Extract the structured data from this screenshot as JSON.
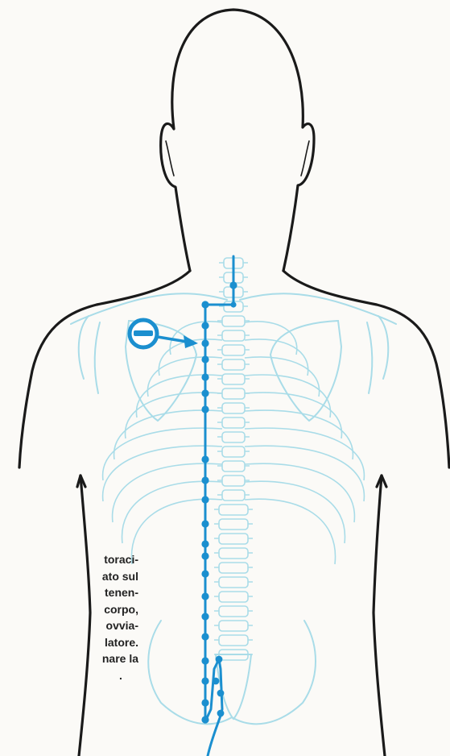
{
  "figure": {
    "colors": {
      "background": "#fbfaf7",
      "outline": "#1a1a1a",
      "skeleton": "#a9dce8",
      "electrode": "#1b8fcf"
    },
    "marker": {
      "icon": "minus-symbol-icon",
      "symbol": "−"
    },
    "caption_lines": [
      "toraci-",
      "ato sul",
      "tenen-",
      "corpo,",
      "ovvia-",
      "latore.",
      "nare la",
      "."
    ]
  }
}
